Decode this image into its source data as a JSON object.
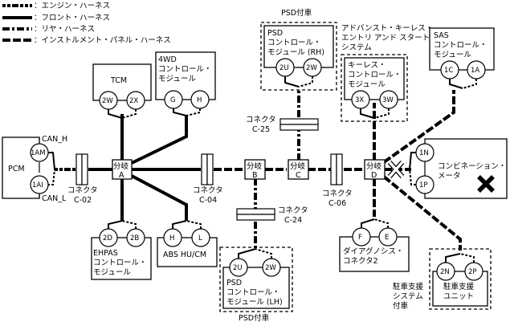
{
  "legend": [
    {
      "style": "engine",
      "label": "：エンジン・ハーネス"
    },
    {
      "style": "front",
      "label": "：フロント・ハーネス"
    },
    {
      "style": "rear",
      "label": "：リヤ・ハーネス"
    },
    {
      "style": "inst",
      "label": "：インストルメント・パネル・ハーネス"
    }
  ],
  "modules": {
    "pcm": {
      "name": "PCM",
      "pins": [
        "1AM",
        "1AI"
      ],
      "can_h": "CAN_H",
      "can_l": "CAN_L"
    },
    "tcm": {
      "name": "TCM",
      "pins": [
        "2W",
        "2X"
      ]
    },
    "fwd": {
      "line1": "4WD",
      "line2": "コントロール・",
      "line3": "モジュール",
      "pins": [
        "G",
        "H"
      ]
    },
    "psd_rh": {
      "note": "PSD付車",
      "line1": "PSD",
      "line2": "コントロール・",
      "line3": "モジュール (RH)",
      "pins": [
        "2U",
        "2W"
      ]
    },
    "keyless": {
      "system1": "アドバンスト・キーレス・",
      "system2": "エントリ アンド スタート・",
      "system3": "システム",
      "line1": "キーレス・",
      "line2": "コントロール・",
      "line3": "モジュール",
      "pins": [
        "3X",
        "3W"
      ]
    },
    "sas": {
      "line1": "SAS",
      "line2": "コントロール・",
      "line3": "モジュール",
      "pins": [
        "1C",
        "1A"
      ]
    },
    "meter": {
      "line1": "コンビネーション・",
      "line2": "メータ",
      "pins": [
        "1N",
        "1P"
      ]
    },
    "ehpas": {
      "line1": "EHPAS",
      "line2": "コントロール・",
      "line3": "モジュール",
      "pins": [
        "2D",
        "2B"
      ]
    },
    "abs": {
      "name": "ABS HU/CM",
      "pins": [
        "H",
        "L"
      ]
    },
    "psd_lh": {
      "note": "PSD付車",
      "line1": "PSD",
      "line2": "コントロール・",
      "line3": "モジュール (LH)",
      "pins": [
        "2U",
        "2W"
      ]
    },
    "diag": {
      "line1": "ダイアグノシス・",
      "line2": "コネクタ2",
      "pins": [
        "F",
        "E"
      ]
    },
    "parking": {
      "note1": "駐車支援",
      "note2": "システム",
      "note3": "付車",
      "line1": "駐車支援",
      "line2": "ユニット",
      "pins": [
        "2N",
        "2P"
      ]
    }
  },
  "branches": [
    {
      "label": "分岐",
      "id": "A"
    },
    {
      "label": "分岐",
      "id": "B"
    },
    {
      "label": "分岐",
      "id": "C"
    },
    {
      "label": "分岐",
      "id": "D"
    }
  ],
  "connectors": [
    {
      "label": "コネクタ",
      "id": "C-02"
    },
    {
      "label": "コネクタ",
      "id": "C-04"
    },
    {
      "label": "コネクタ",
      "id": "C-06"
    },
    {
      "label": "コネクタ",
      "id": "C-24"
    },
    {
      "label": "コネクタ",
      "id": "C-25"
    }
  ]
}
